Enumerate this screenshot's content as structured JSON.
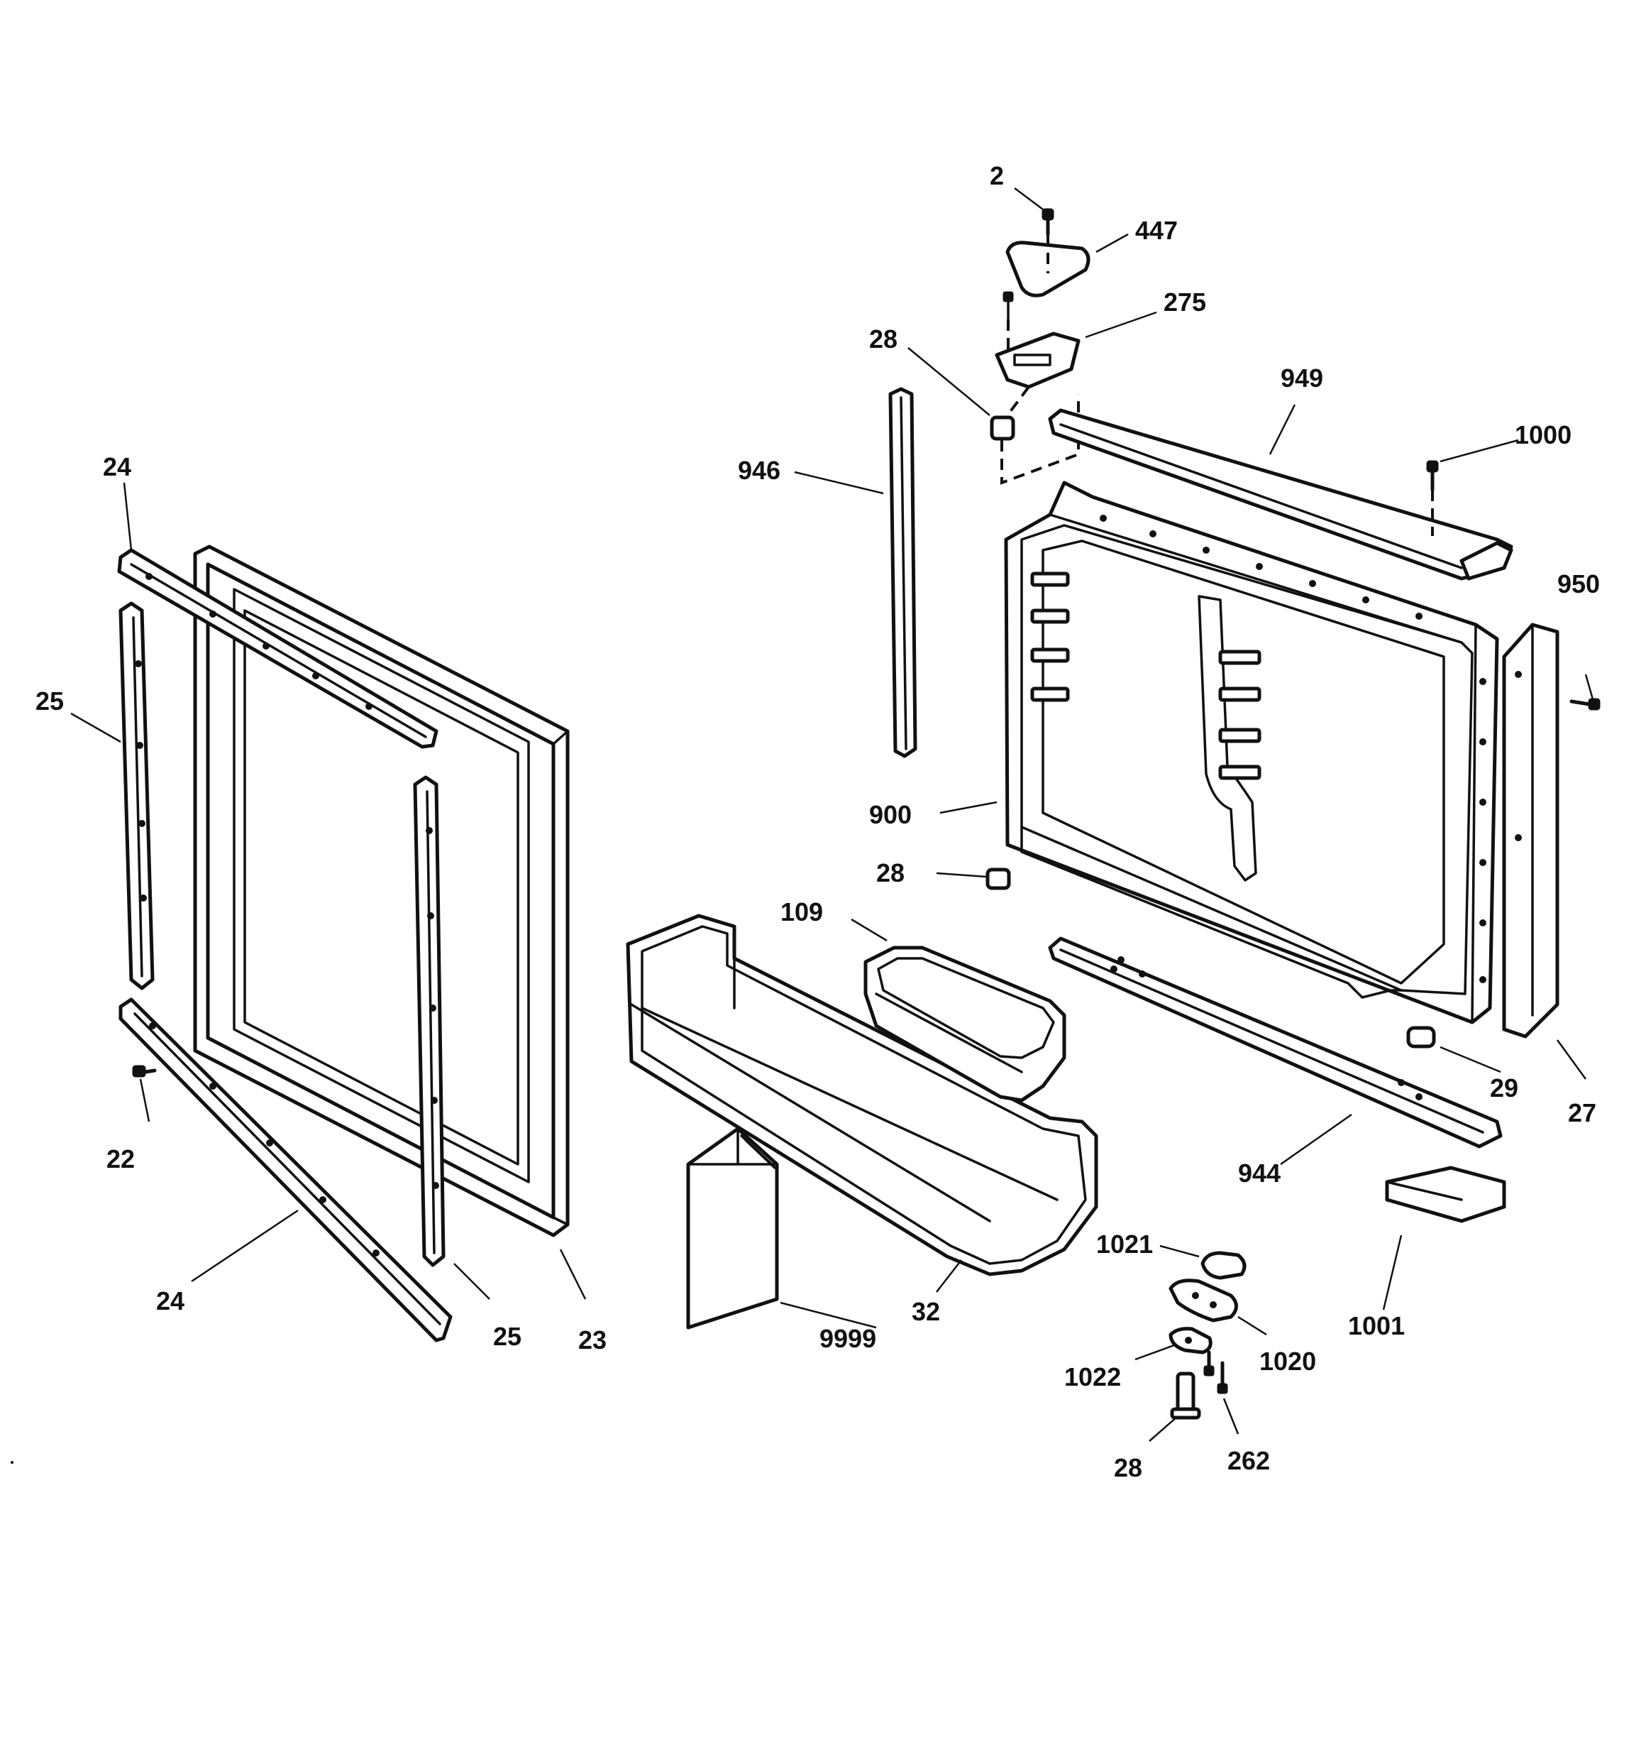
{
  "diagram": {
    "labels": {
      "l_2": "2",
      "l_447": "447",
      "l_275": "275",
      "l_28a": "28",
      "l_949": "949",
      "l_1000": "1000",
      "l_946": "946",
      "l_24a": "24",
      "l_950": "950",
      "l_25a": "25",
      "l_900": "900",
      "l_28b": "28",
      "l_109": "109",
      "l_29": "29",
      "l_27": "27",
      "l_22": "22",
      "l_944": "944",
      "l_1021": "1021",
      "l_1001": "1001",
      "l_24b": "24",
      "l_25b": "25",
      "l_23": "23",
      "l_9999": "9999",
      "l_32": "32",
      "l_1020": "1020",
      "l_1022": "1022",
      "l_28c": "28",
      "l_262": "262"
    }
  }
}
